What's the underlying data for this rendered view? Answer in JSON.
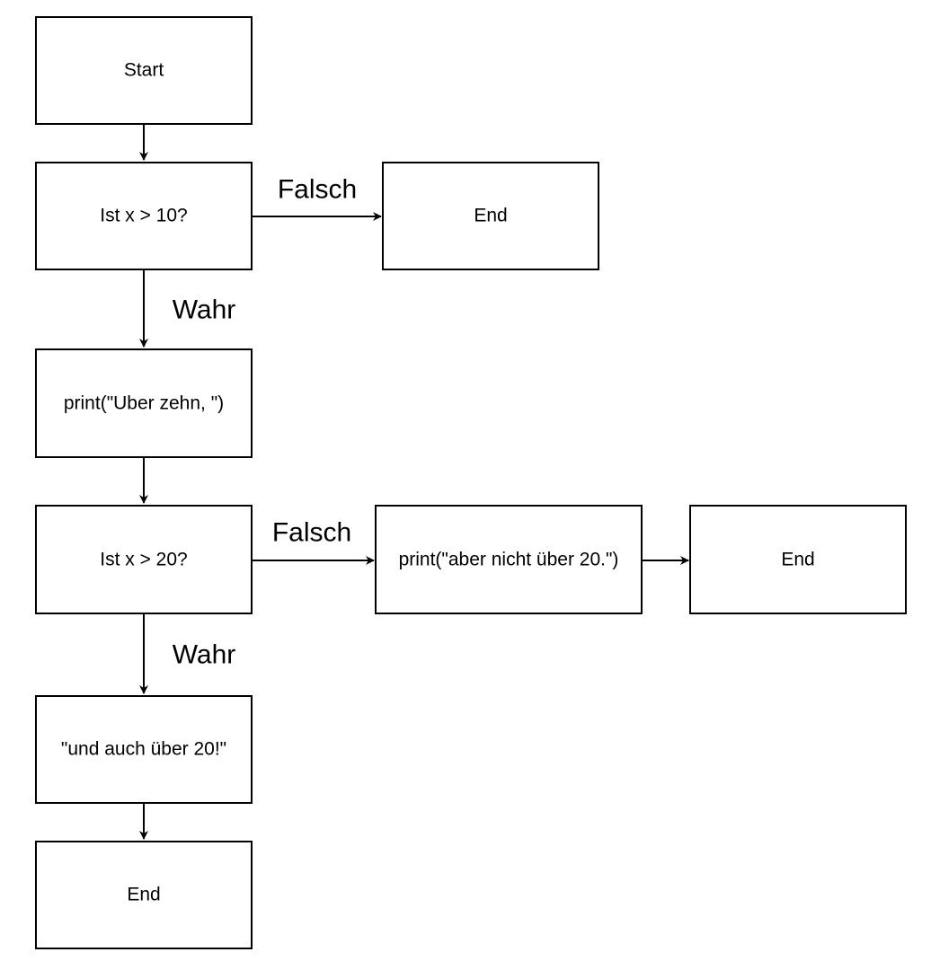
{
  "flowchart": {
    "nodes": {
      "start": "Start",
      "check_10": "Ist x > 10?",
      "end_1": "End",
      "print_zehn": "print(\"Uber zehn, \")",
      "check_20": "Ist x > 20?",
      "print_nicht": "print(\"aber nicht über 20.\")",
      "end_2": "End",
      "print_auch": "\"und auch über 20!\"",
      "end_3": "End"
    },
    "edge_labels": {
      "falsch_1": "Falsch",
      "wahr_1": "Wahr",
      "falsch_2": "Falsch",
      "wahr_2": "Wahr"
    }
  }
}
